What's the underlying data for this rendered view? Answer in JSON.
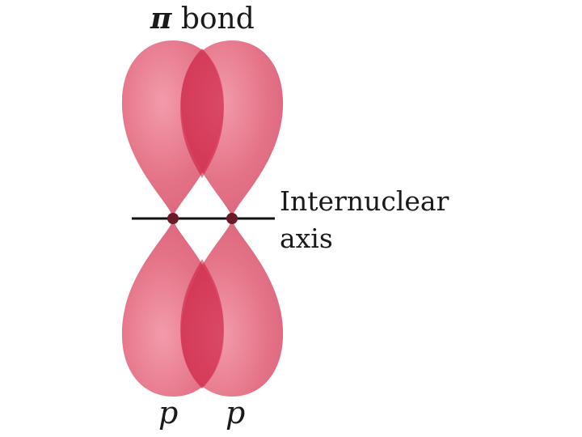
{
  "title": {
    "symbol": "π",
    "text": "bond"
  },
  "axis_label": {
    "line1": "Internuclear",
    "line2": "axis"
  },
  "orbitals": [
    {
      "label": "p"
    },
    {
      "label": "p"
    }
  ],
  "colors": {
    "lobe_fill": "#e05a72",
    "overlap_fill": "#c8183c",
    "nucleus": "#6b1a2a",
    "axis_line": "#111111"
  },
  "icons": [
    "nucleus-dot"
  ]
}
